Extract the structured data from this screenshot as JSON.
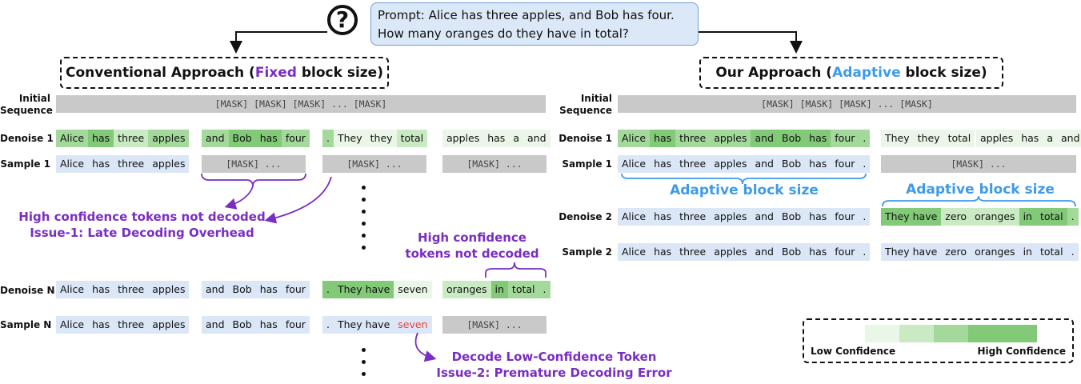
{
  "prompt": {
    "line1": "Prompt: Alice has three apples, and Bob has four.",
    "line2": "How many oranges do they have in total?",
    "icon": "?"
  },
  "left": {
    "title_pre": "Conventional Approach (",
    "title_hl": "Fixed",
    "title_post": " block size)",
    "labels": {
      "initial1": "Initial",
      "initial2": "Sequence",
      "denoise1": "Denoise 1",
      "sample1": "Sample 1",
      "denoiseN": "Denoise N",
      "sampleN": "Sample N"
    },
    "initial_seq": "[MASK] [MASK] [MASK] ... [MASK]",
    "mask_short": "[MASK] ...",
    "denoise1": {
      "b1": [
        "Alice",
        "has",
        "three",
        "apples"
      ],
      "b2": [
        "and",
        "Bob",
        "has",
        "four"
      ],
      "b3": [
        ".",
        "They",
        "they",
        "total"
      ],
      "b4": [
        "apples",
        "has",
        "a",
        "and"
      ]
    },
    "sample1": {
      "b1": [
        "Alice",
        "has",
        "three",
        "apples"
      ]
    },
    "denoiseN": {
      "b1": [
        "Alice",
        "has",
        "three",
        "apples"
      ],
      "b2": [
        "and",
        "Bob",
        "has",
        "four"
      ],
      "b3": [
        ".",
        "They have",
        "seven"
      ],
      "b4": [
        "oranges",
        "in",
        "total",
        "."
      ]
    },
    "sampleN": {
      "b1": [
        "Alice",
        "has",
        "three",
        "apples"
      ],
      "b2": [
        "and",
        "Bob",
        "has",
        "four"
      ],
      "b3": [
        ".",
        "They have",
        "seven"
      ]
    },
    "issue1_line1": "High confidence tokens not decoded",
    "issue1_line2": "Issue-1: Late Decoding Overhead",
    "hc_line1": "High confidence",
    "hc_line2": "tokens not decoded",
    "issue2_line1": "Decode Low-Confidence Token",
    "issue2_line2": "Issue-2: Premature Decoding Error"
  },
  "right": {
    "title_pre": "Our Approach (",
    "title_hl": "Adaptive",
    "title_post": " block size)",
    "labels": {
      "initial1": "Initial",
      "initial2": "Sequence",
      "denoise1": "Denoise 1",
      "sample1": "Sample 1",
      "denoise2": "Denoise 2",
      "sample2": "Sample 2"
    },
    "initial_seq": "[MASK] [MASK] [MASK] ... [MASK]",
    "mask_short": "[MASK] ...",
    "denoise1": {
      "b1": [
        "Alice",
        "has",
        "three",
        "apples",
        "and",
        "Bob",
        "has",
        "four",
        "."
      ],
      "b2": [
        "They",
        "they",
        "total"
      ],
      "b3": [
        "apples",
        "has",
        "a",
        "and"
      ]
    },
    "sample1": [
      "Alice",
      "has",
      "three",
      "apples",
      "and",
      "Bob",
      "has",
      "four",
      "."
    ],
    "denoise2": {
      "b1": [
        "Alice",
        "has",
        "three",
        "apples",
        "and",
        "Bob",
        "has",
        "four",
        "."
      ],
      "b2": [
        "They have",
        "zero",
        "oranges",
        "in",
        "total",
        "."
      ]
    },
    "sample2": {
      "b1": [
        "Alice",
        "has",
        "three",
        "apples",
        "and",
        "Bob",
        "has",
        "four",
        "."
      ],
      "b2": [
        "They have",
        "zero",
        "oranges",
        "in",
        "total",
        "."
      ]
    },
    "adaptive1": "Adaptive block size",
    "adaptive2": "Adaptive block size"
  },
  "legend": {
    "low": "Low Confidence",
    "high": "High Confidence"
  },
  "colors": {
    "purple": "#7a2ec2",
    "blue": "#3d9bea",
    "red": "#e8433b",
    "decoded": "#dbe6f7",
    "mask": "#c9c9c9"
  }
}
